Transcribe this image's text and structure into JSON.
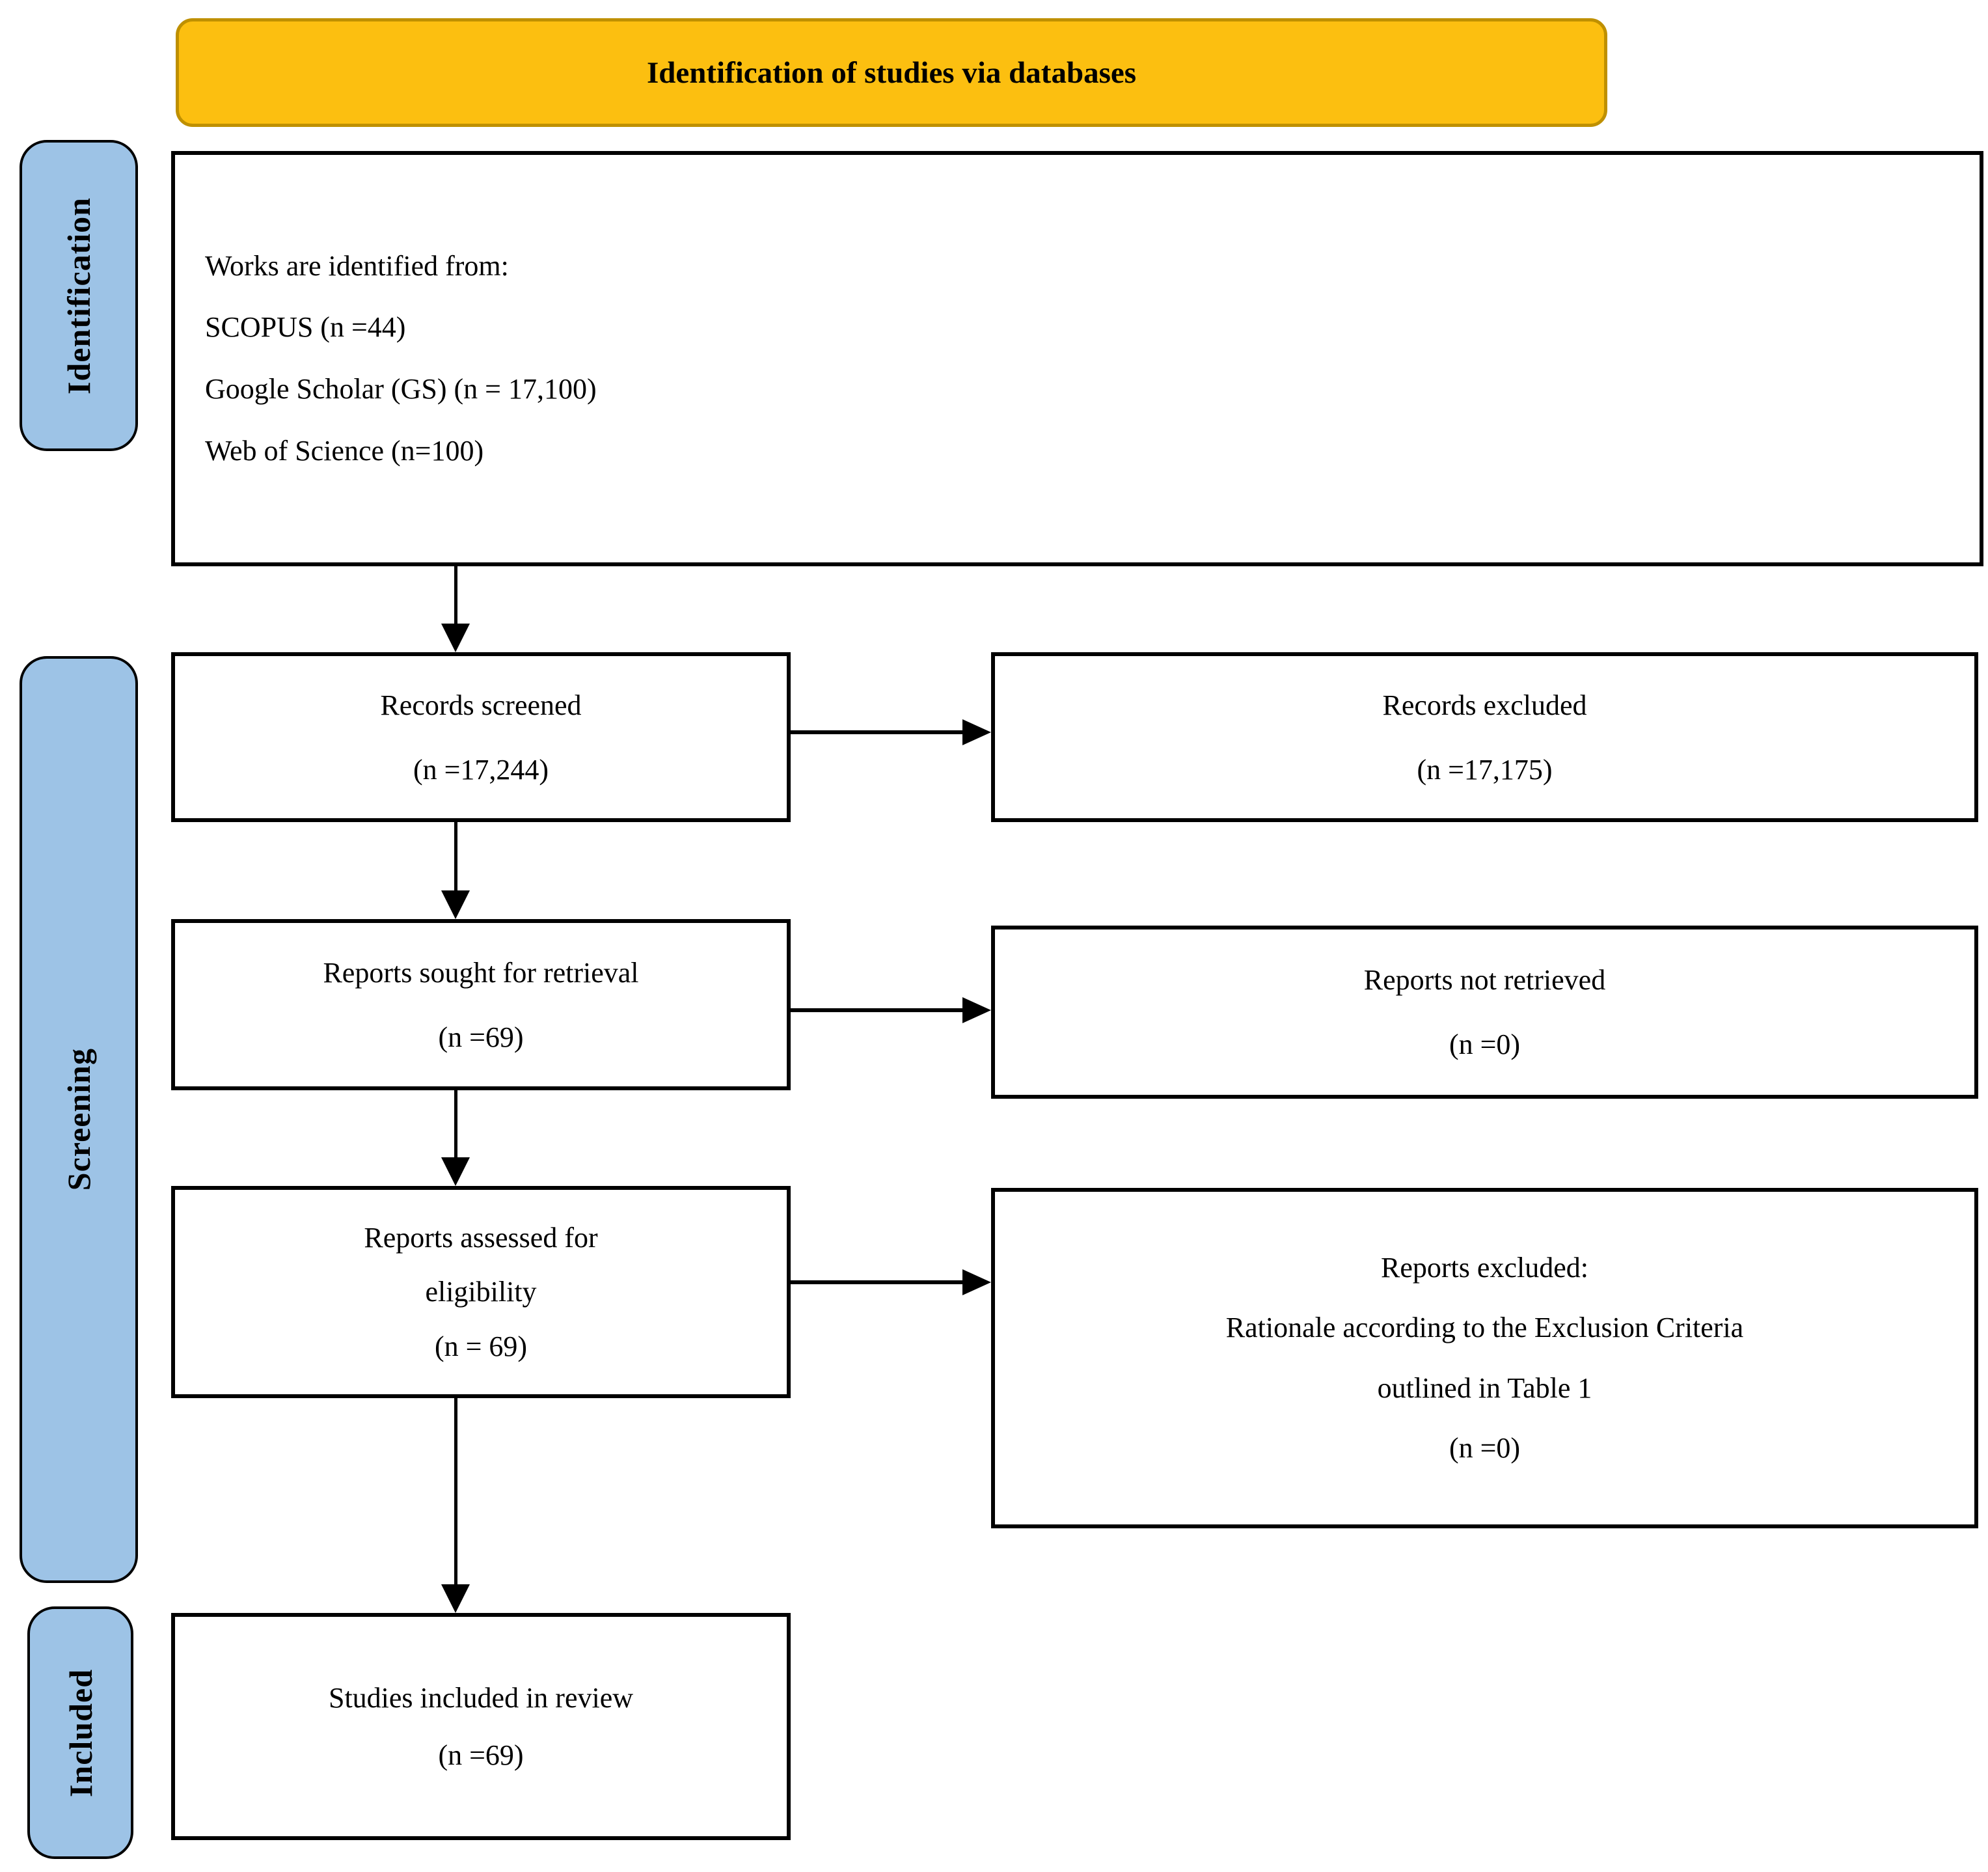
{
  "header": {
    "title": "Identification of studies via databases"
  },
  "stages": {
    "identification": "Identification",
    "screening": "Screening",
    "included": "Included"
  },
  "boxes": {
    "sources": {
      "lines": [
        "Works are identified from:",
        "SCOPUS (n =44)",
        "Google Scholar (GS) (n = 17,100)",
        "Web of Science (n=100)"
      ]
    },
    "records_screened": {
      "lines": [
        "Records screened",
        "(n =17,244)"
      ]
    },
    "records_excluded": {
      "lines": [
        "Records excluded",
        "(n =17,175)"
      ]
    },
    "reports_sought": {
      "lines": [
        "Reports sought for retrieval",
        "(n =69)"
      ]
    },
    "reports_not_retrieved": {
      "lines": [
        "Reports not retrieved",
        "(n =0)"
      ]
    },
    "reports_assessed": {
      "lines": [
        "Reports assessed for",
        "eligibility",
        "(n = 69)"
      ]
    },
    "reports_excluded": {
      "lines": [
        "Reports excluded:",
        "Rationale according to the Exclusion Criteria",
        "outlined in Table 1",
        "(n =0)"
      ]
    },
    "studies_included": {
      "lines": [
        "Studies included in review",
        "(n =69)"
      ]
    }
  },
  "colors": {
    "banner_fill": "#FCBF10",
    "banner_border": "#BF9000",
    "stage_fill": "#9DC3E6",
    "box_border": "#000000",
    "text": "#000000"
  }
}
